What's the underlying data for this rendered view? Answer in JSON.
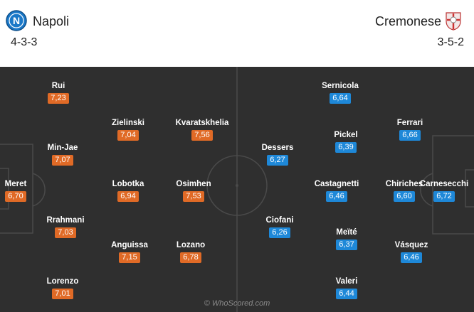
{
  "home": {
    "name": "Napoli",
    "formation": "4-3-3",
    "color": "#e06a26",
    "logo_icon": "napoli-crest-icon",
    "players": [
      {
        "name": "Rui",
        "rating": "7,23"
      },
      {
        "name": "Zielinski",
        "rating": "7,04"
      },
      {
        "name": "Kvaratskhelia",
        "rating": "7,56"
      },
      {
        "name": "Min-Jae",
        "rating": "7,07"
      },
      {
        "name": "Meret",
        "rating": "6,70"
      },
      {
        "name": "Lobotka",
        "rating": "6,94"
      },
      {
        "name": "Osimhen",
        "rating": "7,53"
      },
      {
        "name": "Rrahmani",
        "rating": "7,03"
      },
      {
        "name": "Anguissa",
        "rating": "7,15"
      },
      {
        "name": "Lozano",
        "rating": "6,78"
      },
      {
        "name": "Lorenzo",
        "rating": "7,01"
      }
    ]
  },
  "away": {
    "name": "Cremonese",
    "formation": "3-5-2",
    "color": "#1e88d8",
    "logo_icon": "cremonese-crest-icon",
    "players": [
      {
        "name": "Sernicola",
        "rating": "6,64"
      },
      {
        "name": "Ferrari",
        "rating": "6,66"
      },
      {
        "name": "Dessers",
        "rating": "6,27"
      },
      {
        "name": "Pickel",
        "rating": "6,39"
      },
      {
        "name": "Castagnetti",
        "rating": "6,46"
      },
      {
        "name": "Chiriches",
        "rating": "6,60"
      },
      {
        "name": "Carnesecchi",
        "rating": "6,72"
      },
      {
        "name": "Ciofani",
        "rating": "6,26"
      },
      {
        "name": "Meïté",
        "rating": "6,37"
      },
      {
        "name": "Vásquez",
        "rating": "6,46"
      },
      {
        "name": "Valeri",
        "rating": "6,44"
      }
    ]
  },
  "watermark": "© WhoScored.com"
}
